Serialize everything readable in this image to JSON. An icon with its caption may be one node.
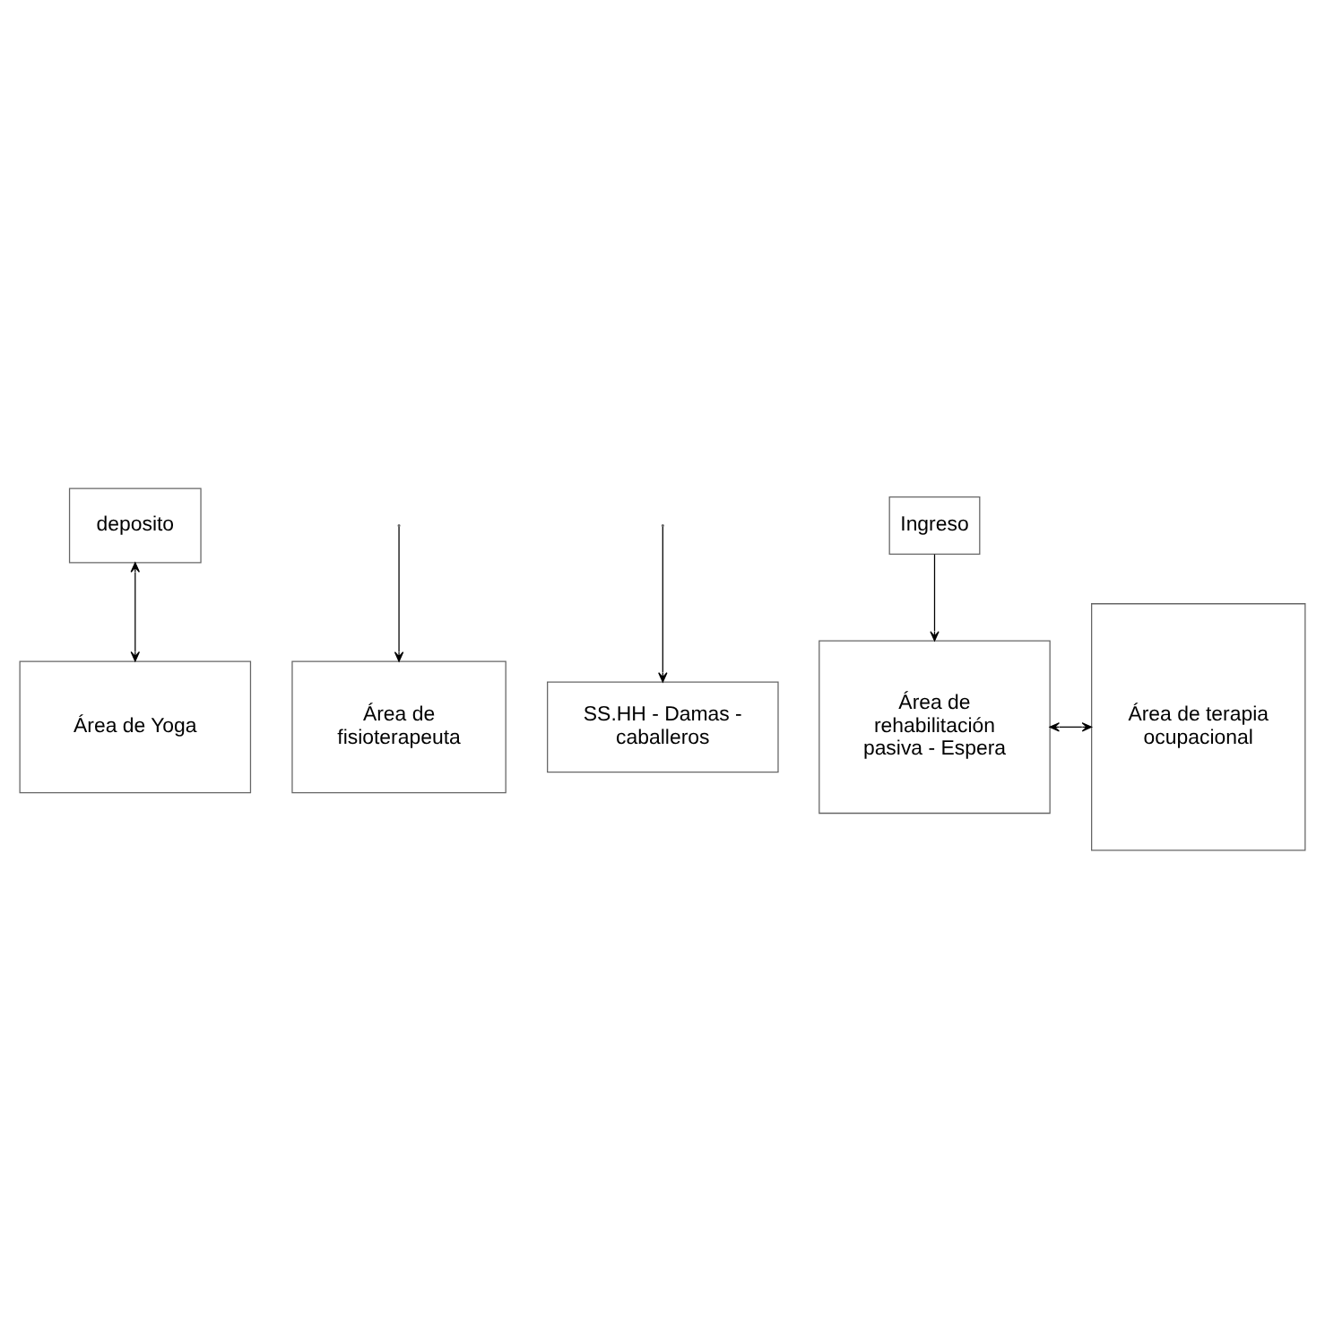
{
  "diagram": {
    "nodes": [
      {
        "text": [
          "Área de Yoga"
        ]
      },
      {
        "text": [
          "Área de fisioterapeuta"
        ]
      },
      {
        "text": [
          "SS.HH - Damas - caballeros"
        ]
      },
      {
        "text": [
          "Área de rehabilitación pasiva - Espera"
        ]
      },
      {
        "text": [
          "Área de terapia ocupacional"
        ]
      },
      {
        "text": [
          "deposito"
        ]
      },
      {
        "text": [
          "Ingreso"
        ]
      }
    ],
    "edges": [
      {
        "from": 5,
        "to": 0,
        "arrow": "both"
      },
      {
        "from": null,
        "to": 1,
        "arrow": "to"
      },
      {
        "from": null,
        "to": 2,
        "arrow": "to"
      },
      {
        "from": 3,
        "to": 4,
        "arrow": "both"
      },
      {
        "from": 6,
        "to": 3,
        "arrow": "to"
      }
    ]
  }
}
